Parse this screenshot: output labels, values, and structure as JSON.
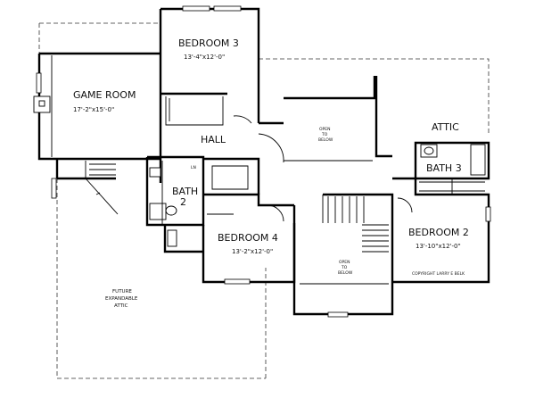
{
  "plan": {
    "rooms": {
      "bedroom3": {
        "name": "BEDROOM 3",
        "dims": "13'-4\"x12'-0\""
      },
      "game_room": {
        "name": "GAME ROOM",
        "dims": "17'-2\"x15'-0\""
      },
      "hall": {
        "name": "HALL"
      },
      "open_to_below_1": {
        "line1": "OPEN",
        "line2": "TO",
        "line3": "BELOW"
      },
      "attic": {
        "name": "ATTIC"
      },
      "bath3": {
        "name": "BATH 3"
      },
      "bath2": {
        "name": "BATH",
        "number": "2"
      },
      "linen": {
        "name": "LN"
      },
      "bedroom4": {
        "name": "BEDROOM 4",
        "dims": "13'-2\"x12'-0\""
      },
      "open_to_below_2": {
        "line1": "OPEN",
        "line2": "TO",
        "line3": "BELOW"
      },
      "bedroom2": {
        "name": "BEDROOM 2",
        "dims": "13'-10\"x12'-0\""
      },
      "future_attic": {
        "line1": "FUTURE",
        "line2": "EXPANDABLE",
        "line3": "ATTIC"
      }
    },
    "copyright": "COPYRIGHT LARRY E BELK"
  }
}
